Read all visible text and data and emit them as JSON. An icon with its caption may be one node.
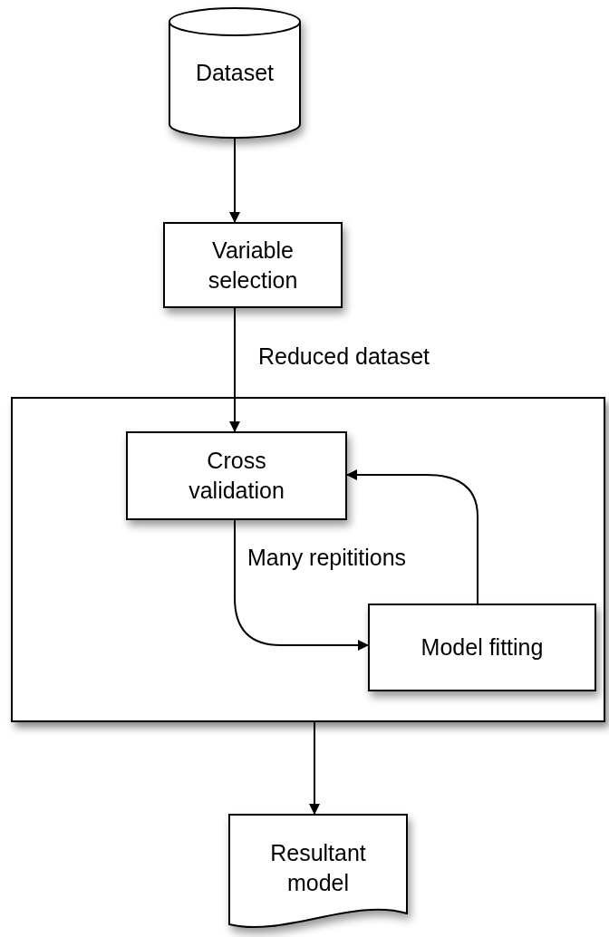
{
  "diagram": {
    "nodes": [
      {
        "text": [
          "Dataset"
        ]
      },
      {
        "text": [
          "Variable selection"
        ]
      },
      {
        "text": [],
        "shape": "box"
      },
      {
        "text": [
          "Cross validation"
        ],
        "in": 2
      },
      {
        "text": [
          "Model fitting"
        ],
        "in": 2
      },
      {
        "text": [
          "Resultant model"
        ]
      }
    ],
    "edges": [
      {
        "from": 0,
        "to": 1,
        "arrow": "to"
      },
      {
        "from": 1,
        "to": 3,
        "arrow": "to",
        "label": "Reduced dataset"
      },
      {
        "from": 3,
        "to": 4,
        "arrow": "to",
        "label": "Many repititions"
      },
      {
        "from": 4,
        "to": 3,
        "arrow": "to"
      },
      {
        "from": 2,
        "to": 5,
        "arrow": "to"
      }
    ]
  }
}
